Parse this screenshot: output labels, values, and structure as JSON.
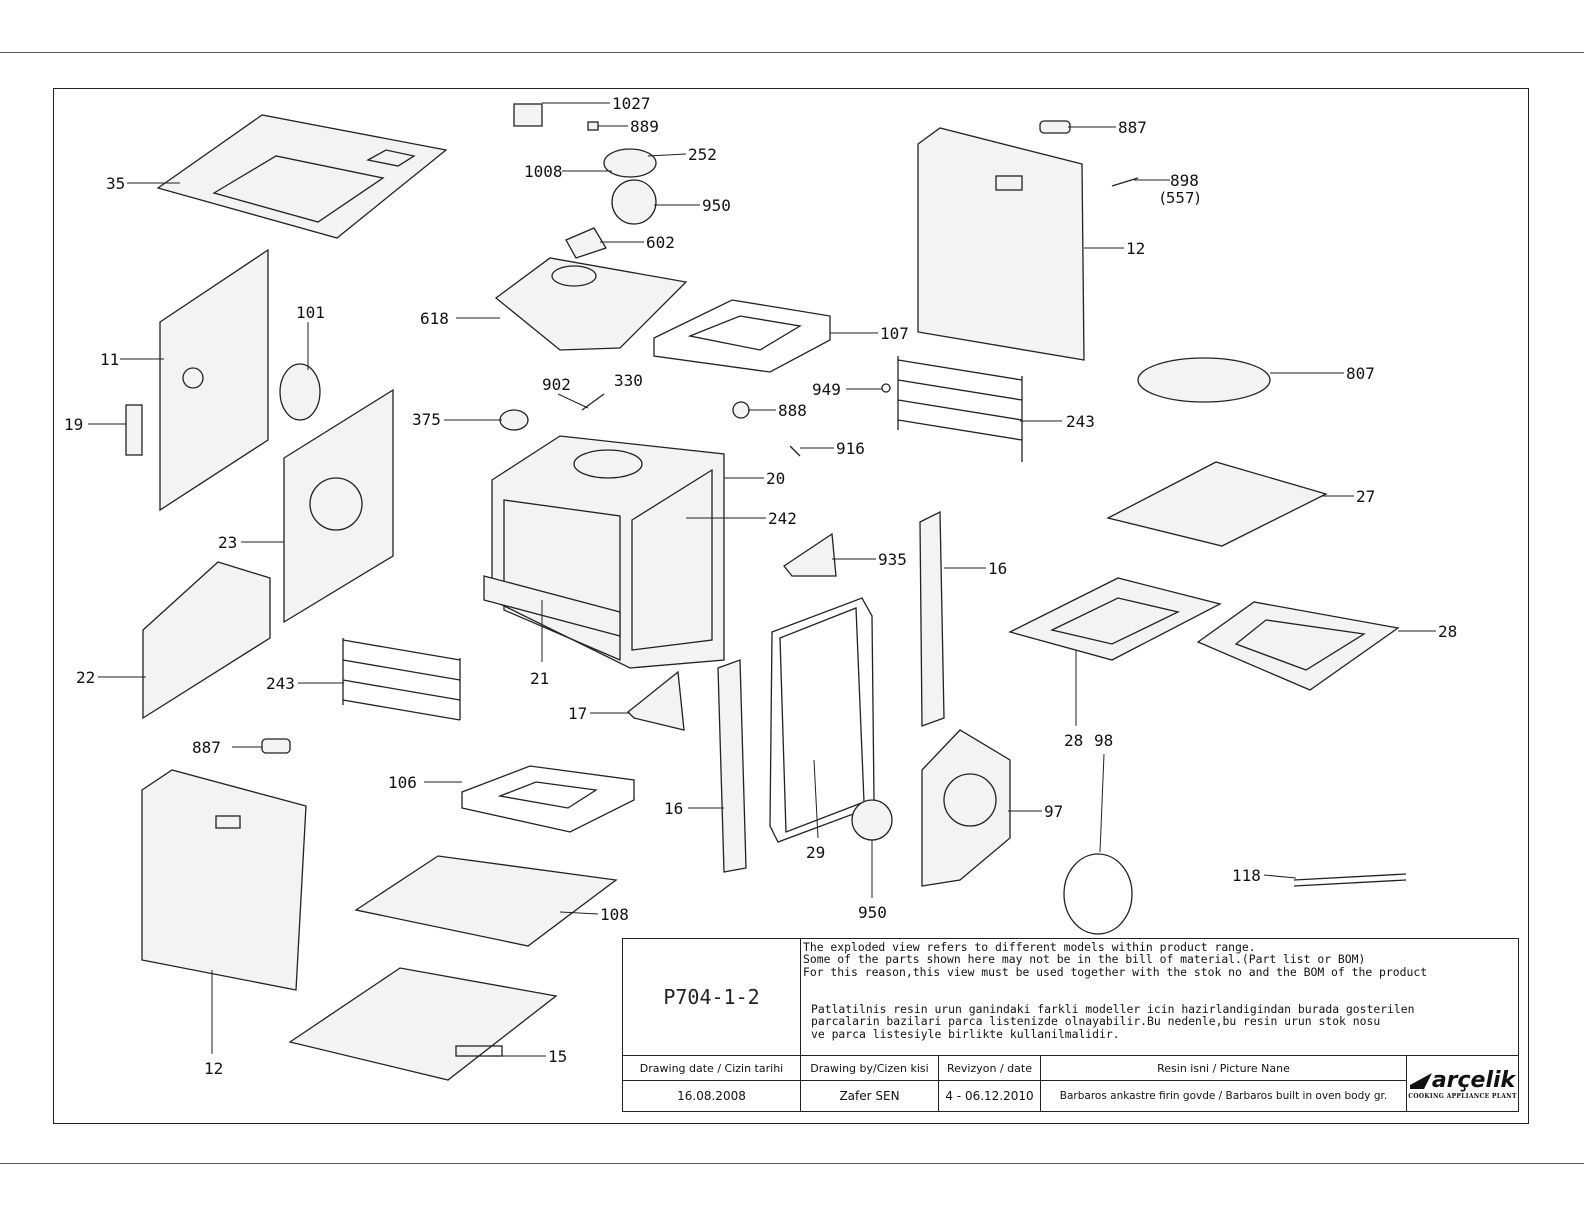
{
  "callouts": {
    "c1027": "1027",
    "c889": "889",
    "c252": "252",
    "c1008": "1008",
    "c950a": "950",
    "c602": "602",
    "c618": "618",
    "c107": "107",
    "c887a": "887",
    "c898": "898",
    "c557": "(557)",
    "c12a": "12",
    "c35": "35",
    "c11": "11",
    "c101": "101",
    "c19": "19",
    "c23": "23",
    "c22": "22",
    "c243a": "243",
    "c887b": "887",
    "c12b": "12",
    "c375": "375",
    "c902": "902",
    "c330": "330",
    "c888": "888",
    "c949": "949",
    "c243b": "243",
    "c916": "916",
    "c807": "807",
    "c20": "20",
    "c242": "242",
    "c21": "21",
    "c935": "935",
    "c16a": "16",
    "c27": "27",
    "c28a": "28",
    "c28b": "28",
    "c98": "98",
    "c17": "17",
    "c106": "106",
    "c16b": "16",
    "c29": "29",
    "c97": "97",
    "c950b": "950",
    "c118": "118",
    "c108": "108",
    "c15": "15"
  },
  "title_block": {
    "code": "P704-1-2",
    "notes_en": [
      "The exploded view refers to different models within product range.",
      "Some of the parts shown here may not be in the bill of material.(Part list or BOM)",
      "For this reason,this view must be used together with the stok no and the BOM of the product"
    ],
    "notes_tr": [
      "Patlatilnis resin urun ganindaki farkli modeller icin hazirlandigindan burada gosterilen",
      "parcalarin bazilari parca listenizde olnayabilir.Bu nedenle,bu resin urun stok nosu",
      "ve parca listesiyle birlikte kullanilmalidir."
    ],
    "drawing_date_label": "Drawing date / Cizin tarihi",
    "drawing_date": "16.08.2008",
    "drawn_by_label": "Drawing by/Cizen kisi",
    "drawn_by": "Zafer SEN",
    "revision_label": "Revizyon / date",
    "revision": "4 - 06.12.2010",
    "picture_name_label": "Resin isni / Picture Nane",
    "picture_name": "Barbaros ankastre firin govde / Barbaros built in oven body gr.",
    "logo_word": "arçelik",
    "logo_sub": "COOKING APPLIANCE PLANT"
  }
}
